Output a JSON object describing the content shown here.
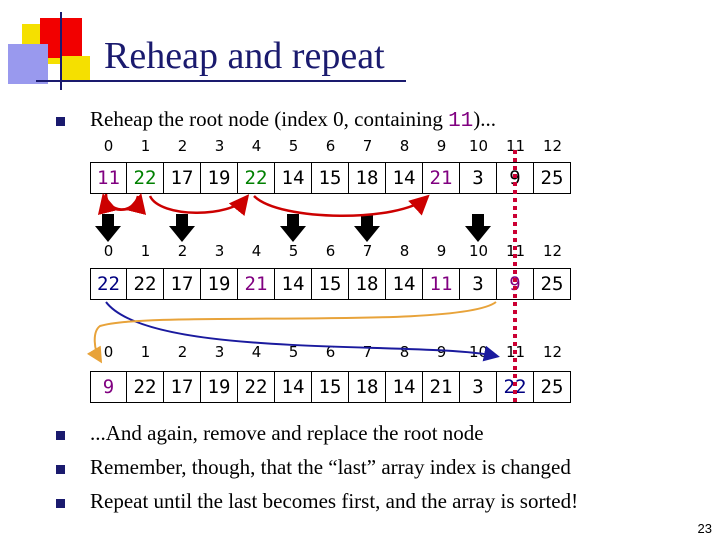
{
  "title": "Reheap and repeat",
  "bullets": {
    "b1_prefix": "Reheap the root node (index 0, containing ",
    "b1_code": "11",
    "b1_suffix": ")...",
    "b2": "...And again, remove and replace the root node",
    "b3": "Remember, though, that the “last” array index is changed",
    "b4": "Repeat until the last becomes first, and the array is sorted!"
  },
  "indices": [
    "0",
    "1",
    "2",
    "3",
    "4",
    "5",
    "6",
    "7",
    "8",
    "9",
    "10",
    "11",
    "12"
  ],
  "arrays": [
    {
      "values": [
        "11",
        "22",
        "17",
        "19",
        "22",
        "14",
        "15",
        "18",
        "14",
        "21",
        "3",
        "9",
        "25"
      ],
      "colors": [
        "#800080",
        "#008000",
        "#000000",
        "#000000",
        "#008000",
        "#000000",
        "#000000",
        "#000000",
        "#000000",
        "#800080",
        "#000000",
        "#000000",
        "#000000"
      ]
    },
    {
      "values": [
        "22",
        "22",
        "17",
        "19",
        "21",
        "14",
        "15",
        "18",
        "14",
        "11",
        "3",
        "9",
        "25"
      ],
      "colors": [
        "#000080",
        "#000000",
        "#000000",
        "#000000",
        "#800080",
        "#000000",
        "#000000",
        "#000000",
        "#000000",
        "#800080",
        "#000000",
        "#800080",
        "#000000"
      ]
    },
    {
      "values": [
        "9",
        "22",
        "17",
        "19",
        "22",
        "14",
        "15",
        "18",
        "14",
        "21",
        "3",
        "22",
        "25"
      ],
      "colors": [
        "#800080",
        "#000000",
        "#000000",
        "#000000",
        "#000000",
        "#000000",
        "#000000",
        "#000000",
        "#000000",
        "#000000",
        "#000000",
        "#000080",
        "#000000"
      ]
    }
  ],
  "colors": {
    "title": "#1a1a6e",
    "red_arrow": "#cc0000",
    "blue_arrow": "#1a1a9e",
    "orange_arrow": "#e8a33a",
    "dotted_line": "#cc0033"
  },
  "page_number": "23"
}
